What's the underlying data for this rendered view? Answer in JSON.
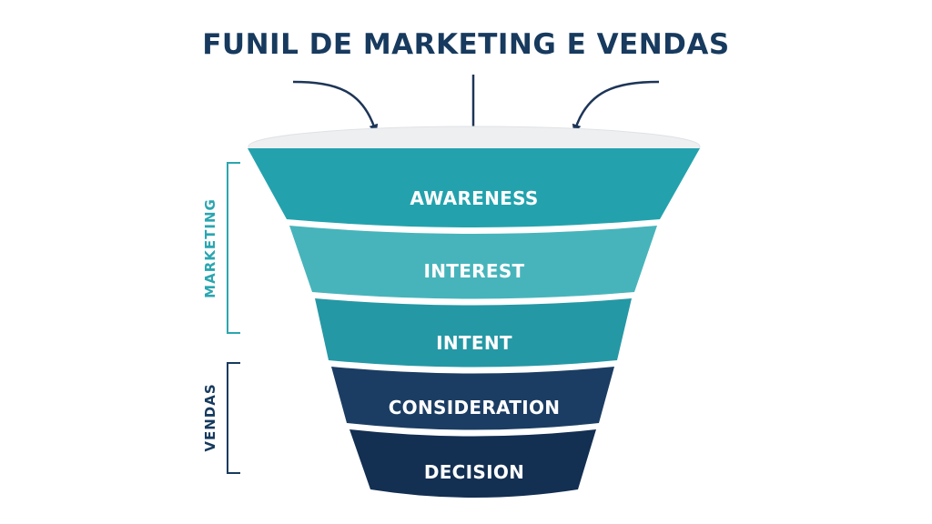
{
  "title": "FUNIL DE MARKETING E VENDAS",
  "colors": {
    "title": "#173a5e",
    "arrow": "#1d3557",
    "rim": "#eeeff1",
    "rim_shadow": "#dfe2e6",
    "marketing": "#2ba6b0",
    "vendas": "#173a5e"
  },
  "stages": [
    {
      "label": "AWARENESS",
      "color": "#23a2ad"
    },
    {
      "label": "INTEREST",
      "color": "#47b4bb"
    },
    {
      "label": "INTENT",
      "color": "#2598a5"
    },
    {
      "label": "CONSIDERATION",
      "color": "#1b3d63"
    },
    {
      "label": "DECISION",
      "color": "#132f52"
    }
  ],
  "groups": {
    "marketing": {
      "label": "MARKETING"
    },
    "vendas": {
      "label": "VENDAS"
    }
  }
}
